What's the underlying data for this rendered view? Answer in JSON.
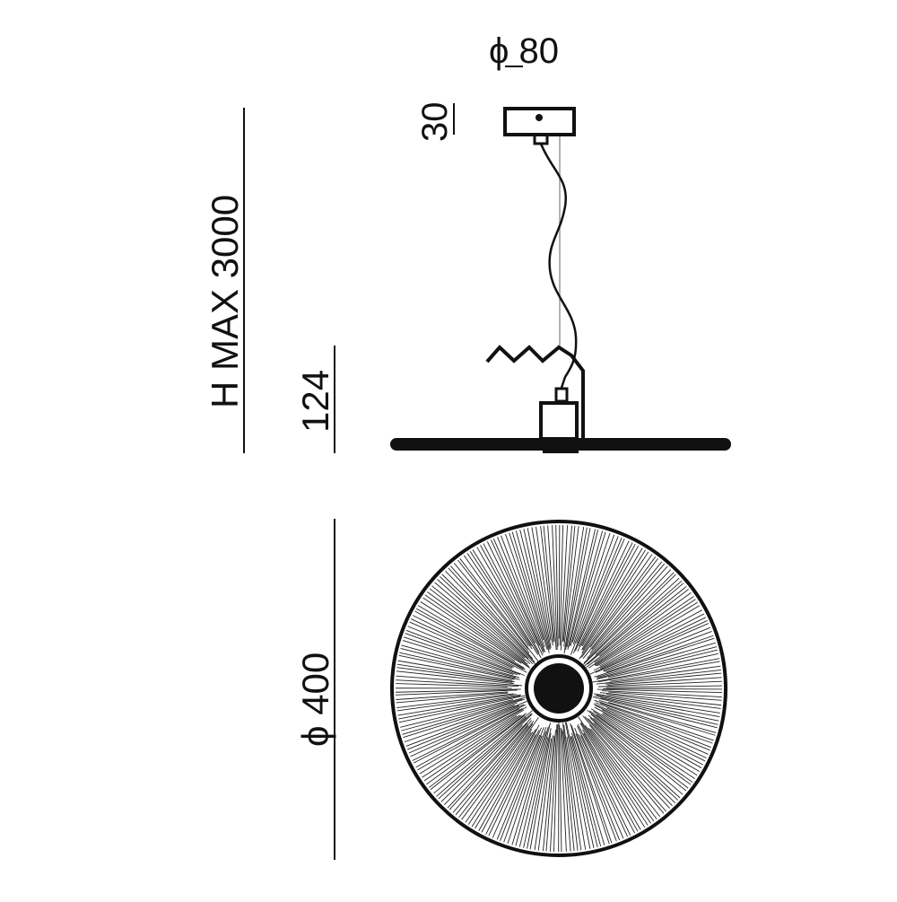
{
  "dimensions": {
    "canopy_diameter": "ϕ 80",
    "canopy_height": "30",
    "max_height": "H MAX 3000",
    "shade_height": "124",
    "shade_diameter": "ϕ 400"
  },
  "colors": {
    "line": "#111111",
    "background": "#ffffff"
  }
}
